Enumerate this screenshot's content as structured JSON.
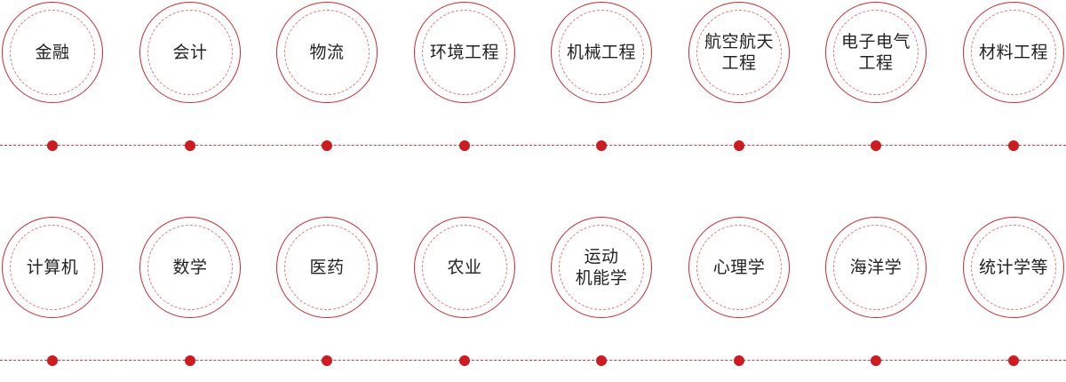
{
  "rows": [
    {
      "items": [
        {
          "label": "金融"
        },
        {
          "label": "会计"
        },
        {
          "label": "物流"
        },
        {
          "label": "环境工程"
        },
        {
          "label": "机械工程"
        },
        {
          "label": "航空航天\n工程"
        },
        {
          "label": "电子电气\n工程"
        },
        {
          "label": "材料工程"
        }
      ]
    },
    {
      "items": [
        {
          "label": "计算机"
        },
        {
          "label": "数学"
        },
        {
          "label": "医药"
        },
        {
          "label": "农业"
        },
        {
          "label": "运动\n机能学"
        },
        {
          "label": "心理学"
        },
        {
          "label": "海洋学"
        },
        {
          "label": "统计学等"
        }
      ]
    }
  ],
  "colors": {
    "accent": "#cc2a2f",
    "dot": "#cc1b21",
    "text": "#222222"
  }
}
